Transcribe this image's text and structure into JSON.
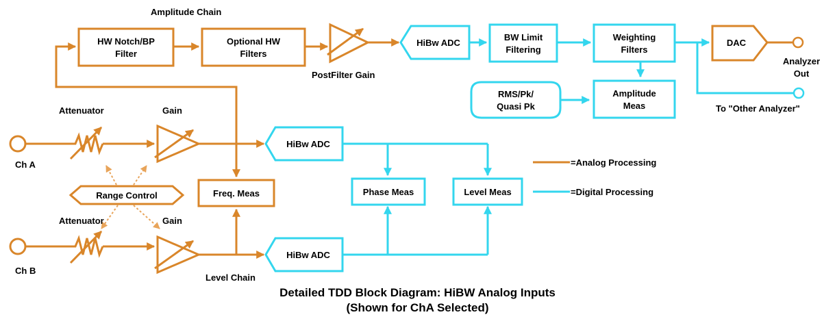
{
  "colors": {
    "analog": "#d9862a",
    "digital": "#33d6ee"
  },
  "labels": {
    "amplitude_chain": "Amplitude Chain",
    "hw_notch_line1": "HW Notch/BP",
    "hw_notch_line2": "Filter",
    "optional_hw_line1": "Optional HW",
    "optional_hw_line2": "Filters",
    "postfilter_gain": "PostFilter Gain",
    "hibw_adc": "HiBw ADC",
    "bw_limit_line1": "BW Limit",
    "bw_limit_line2": "Filtering",
    "weighting_line1": "Weighting",
    "weighting_line2": "Filters",
    "dac": "DAC",
    "analyzer_out_line1": "Analyzer",
    "analyzer_out_line2": "Out",
    "rms_line1": "RMS/Pk/",
    "rms_line2": "Quasi Pk",
    "amplitude_meas_line1": "Amplitude",
    "amplitude_meas_line2": "Meas",
    "other_analyzer": "To \"Other Analyzer\"",
    "attenuator": "Attenuator",
    "gain": "Gain",
    "ch_a": "Ch A",
    "ch_b": "Ch B",
    "range_control": "Range Control",
    "freq_meas": "Freq. Meas",
    "phase_meas": "Phase Meas",
    "level_meas": "Level Meas",
    "level_chain": "Level Chain",
    "legend_analog": "=Analog Processing",
    "legend_digital": "=Digital Processing"
  },
  "caption": {
    "line1": "Detailed TDD Block Diagram: HiBW Analog Inputs",
    "line2": "(Shown for ChA Selected)"
  }
}
